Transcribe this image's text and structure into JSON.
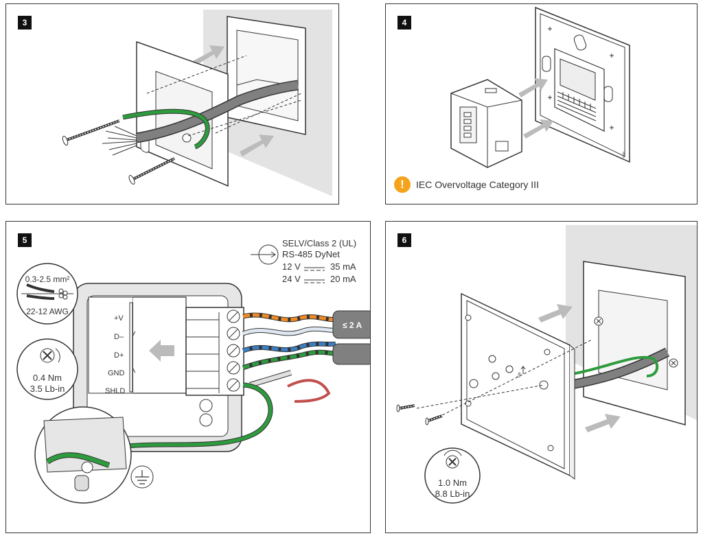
{
  "panels": [
    {
      "step": "3"
    },
    {
      "step": "4",
      "warning": "IEC Overvoltage Category III"
    },
    {
      "step": "5",
      "spec_lines": [
        "SELV/Class 2 (UL)",
        "RS-485 DyNet"
      ],
      "supply": [
        {
          "voltage": "12 V",
          "current": "35 mA"
        },
        {
          "voltage": "24 V",
          "current": "20 mA"
        }
      ],
      "wire_size_mm": "0.3-2.5 mm²",
      "wire_size_awg": "22-12 AWG",
      "torque_nm": "0.4 Nm",
      "torque_lbin": "3.5 Lb-in",
      "terminals": [
        "+V",
        "D–",
        "D+",
        "GND",
        "SHLD"
      ],
      "fuse": "≤ 2 A"
    },
    {
      "step": "6",
      "up_label": "UP",
      "torque_nm": "1.0 Nm",
      "torque_lbin": "8.8 Lb-in"
    }
  ],
  "colors": {
    "green_wire": "#2e9b3e",
    "orange_wire": "#f08a24",
    "blue_wire": "#3a7fc4",
    "warning": "#f5a31a",
    "wall": "#e3e3e3"
  },
  "icons": [
    "screw-icon",
    "arrow-icon",
    "warning-icon",
    "cross-screw-icon",
    "rotate-arrow-icon",
    "ground-icon",
    "dc-symbol-icon",
    "data-port-icon"
  ]
}
